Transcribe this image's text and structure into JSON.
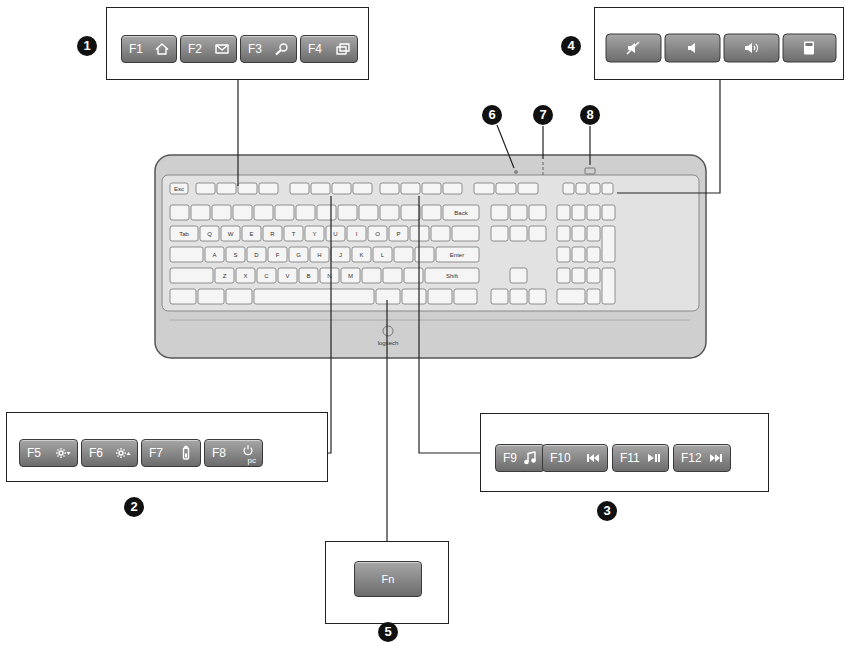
{
  "diagram": {
    "nodes": [
      {
        "text": [
          "1"
        ]
      },
      {
        "text": [
          "F1"
        ],
        "in": 0
      },
      {
        "text": [
          "F2"
        ],
        "in": 0
      },
      {
        "text": [
          "F3"
        ],
        "in": 0
      },
      {
        "text": [
          "F4"
        ],
        "in": 0
      },
      {
        "text": [
          "4"
        ]
      },
      {
        "text": [
          "2"
        ]
      },
      {
        "text": [
          "F5"
        ],
        "in": 6
      },
      {
        "text": [
          "F6"
        ],
        "in": 6
      },
      {
        "text": [
          "F7"
        ],
        "in": 6
      },
      {
        "text": [
          "F8",
          "pc"
        ],
        "in": 6
      },
      {
        "text": [
          "3"
        ]
      },
      {
        "text": [
          "F9"
        ],
        "in": 11
      },
      {
        "text": [
          "F10"
        ],
        "in": 11
      },
      {
        "text": [
          "F11"
        ],
        "in": 11
      },
      {
        "text": [
          "F12"
        ],
        "in": 11
      },
      {
        "text": [
          "5"
        ]
      },
      {
        "text": [
          "Fn"
        ],
        "in": 16
      }
    ],
    "labels": [
      "6",
      "7",
      "8",
      "Q",
      "W",
      "E",
      "R",
      "T",
      "Y",
      "U",
      "I",
      "O",
      "P",
      "A",
      "S",
      "D",
      "F",
      "G",
      "H",
      "J",
      "K",
      "L",
      "Z",
      "X",
      "C",
      "V",
      "B",
      "N",
      "M",
      "Esc",
      "Back",
      "Enter",
      "Shift",
      "Tab",
      "logitech"
    ]
  }
}
